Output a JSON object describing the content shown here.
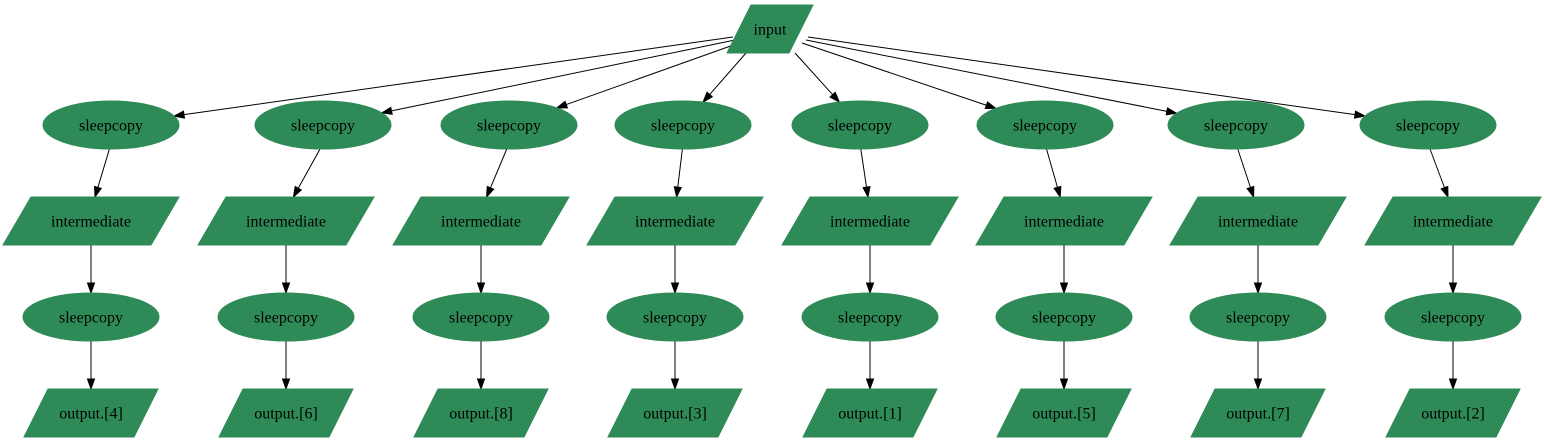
{
  "colors": {
    "node_fill": "#2e8b57",
    "edge": "#000000",
    "text": "#000000",
    "background": "#ffffff"
  },
  "nodes": {
    "input": {
      "label": "input",
      "shape": "parallelogram"
    },
    "branches": [
      {
        "proc1": "sleepcopy",
        "intermediate": "intermediate",
        "proc2": "sleepcopy",
        "output": "output.[4]"
      },
      {
        "proc1": "sleepcopy",
        "intermediate": "intermediate",
        "proc2": "sleepcopy",
        "output": "output.[6]"
      },
      {
        "proc1": "sleepcopy",
        "intermediate": "intermediate",
        "proc2": "sleepcopy",
        "output": "output.[8]"
      },
      {
        "proc1": "sleepcopy",
        "intermediate": "intermediate",
        "proc2": "sleepcopy",
        "output": "output.[3]"
      },
      {
        "proc1": "sleepcopy",
        "intermediate": "intermediate",
        "proc2": "sleepcopy",
        "output": "output.[1]"
      },
      {
        "proc1": "sleepcopy",
        "intermediate": "intermediate",
        "proc2": "sleepcopy",
        "output": "output.[5]"
      },
      {
        "proc1": "sleepcopy",
        "intermediate": "intermediate",
        "proc2": "sleepcopy",
        "output": "output.[7]"
      },
      {
        "proc1": "sleepcopy",
        "intermediate": "intermediate",
        "proc2": "sleepcopy",
        "output": "output.[2]"
      }
    ]
  },
  "edges": [
    "input -> branch[i].proc1",
    "branch[i].proc1 -> branch[i].intermediate",
    "branch[i].intermediate -> branch[i].proc2",
    "branch[i].proc2 -> branch[i].output"
  ]
}
